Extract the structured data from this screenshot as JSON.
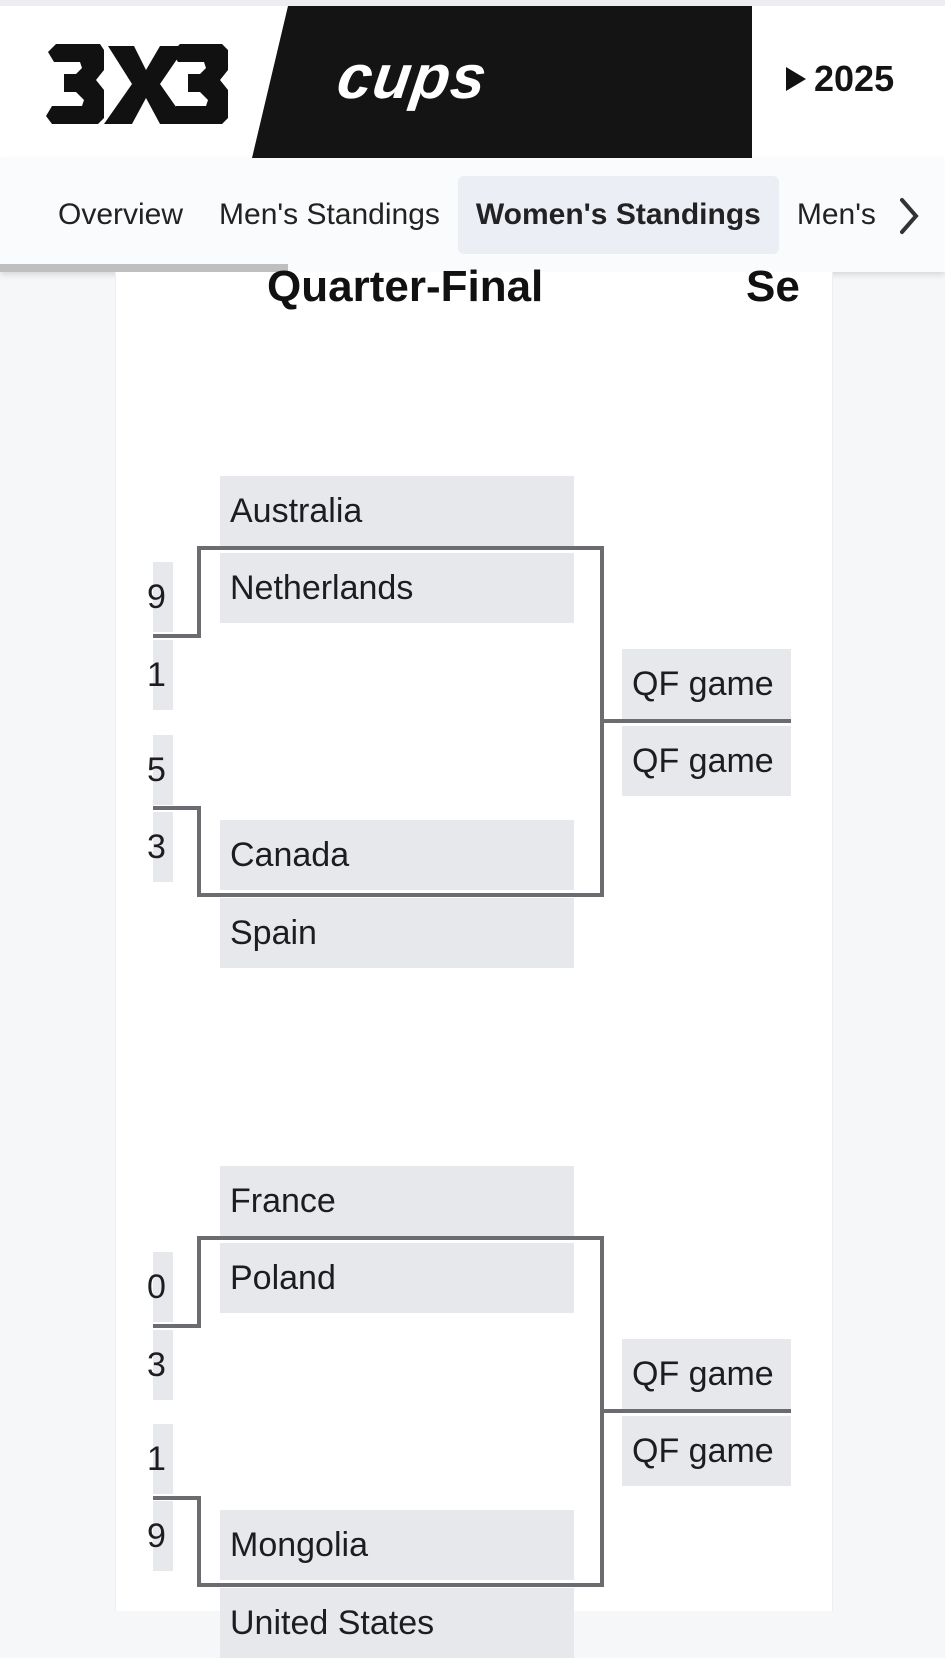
{
  "header": {
    "logo_text": "3X3",
    "cups_label": "cups",
    "year_label": "2025"
  },
  "nav": {
    "tabs": [
      {
        "label": "Overview",
        "active": false
      },
      {
        "label": "Men's Standings",
        "active": false
      },
      {
        "label": "Women's Standings",
        "active": true
      },
      {
        "label": "Men's",
        "active": false
      }
    ]
  },
  "bracket": {
    "round_title": "Quarter-Final",
    "next_round_title": "Se",
    "group1": {
      "teams": [
        "Australia",
        "Netherlands",
        "Canada",
        "Spain"
      ],
      "prev_scores": [
        "9",
        "1",
        "5",
        "3"
      ],
      "qf_slots": [
        "QF game",
        "QF game"
      ]
    },
    "group2": {
      "teams": [
        "France",
        "Poland",
        "Mongolia",
        "United States"
      ],
      "prev_scores": [
        "0",
        "3",
        "1",
        "9"
      ],
      "qf_slots": [
        "QF game",
        "QF game"
      ]
    }
  },
  "colors": {
    "accent_dark": "#141414",
    "cell_bg": "#e7e8eb",
    "bracket_line": "#6b6b70"
  }
}
